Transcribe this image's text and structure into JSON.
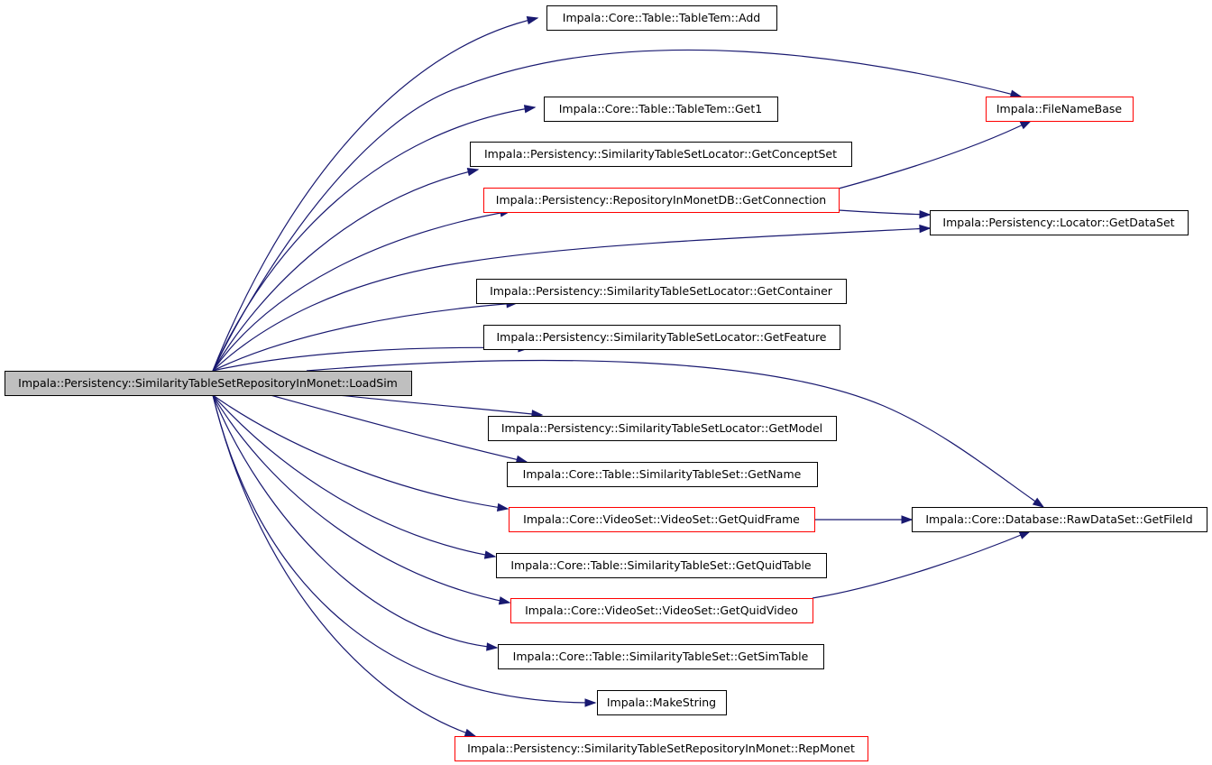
{
  "colors": {
    "edge": "#191970",
    "node_border_normal": "#000000",
    "node_border_highlight": "#ff0000",
    "root_fill": "#bfbfbf",
    "node_fill": "#ffffff"
  },
  "diagram": {
    "root": {
      "id": "loadsim",
      "label": "Impala::Persistency::SimilarityTableSetRepositoryInMonet::LoadSim",
      "style": "root"
    },
    "nodes": [
      {
        "id": "add",
        "label": "Impala::Core::Table::TableTem::Add",
        "style": "normal"
      },
      {
        "id": "filenamebase",
        "label": "Impala::FileNameBase",
        "style": "red"
      },
      {
        "id": "get1",
        "label": "Impala::Core::Table::TableTem::Get1",
        "style": "normal"
      },
      {
        "id": "getconceptset",
        "label": "Impala::Persistency::SimilarityTableSetLocator::GetConceptSet",
        "style": "normal"
      },
      {
        "id": "getconnection",
        "label": "Impala::Persistency::RepositoryInMonetDB::GetConnection",
        "style": "red"
      },
      {
        "id": "getdataset",
        "label": "Impala::Persistency::Locator::GetDataSet",
        "style": "normal"
      },
      {
        "id": "getcontainer",
        "label": "Impala::Persistency::SimilarityTableSetLocator::GetContainer",
        "style": "normal"
      },
      {
        "id": "getfeature",
        "label": "Impala::Persistency::SimilarityTableSetLocator::GetFeature",
        "style": "normal"
      },
      {
        "id": "getmodel",
        "label": "Impala::Persistency::SimilarityTableSetLocator::GetModel",
        "style": "normal"
      },
      {
        "id": "getname",
        "label": "Impala::Core::Table::SimilarityTableSet::GetName",
        "style": "normal"
      },
      {
        "id": "getquidframe",
        "label": "Impala::Core::VideoSet::VideoSet::GetQuidFrame",
        "style": "red"
      },
      {
        "id": "getfileid",
        "label": "Impala::Core::Database::RawDataSet::GetFileId",
        "style": "normal"
      },
      {
        "id": "getquidtable",
        "label": "Impala::Core::Table::SimilarityTableSet::GetQuidTable",
        "style": "normal"
      },
      {
        "id": "getquidvideo",
        "label": "Impala::Core::VideoSet::VideoSet::GetQuidVideo",
        "style": "red"
      },
      {
        "id": "getsimtable",
        "label": "Impala::Core::Table::SimilarityTableSet::GetSimTable",
        "style": "normal"
      },
      {
        "id": "makestring",
        "label": "Impala::MakeString",
        "style": "normal"
      },
      {
        "id": "repmonet",
        "label": "Impala::Persistency::SimilarityTableSetRepositoryInMonet::RepMonet",
        "style": "red"
      }
    ],
    "edges": [
      {
        "from": "loadsim",
        "to": "add"
      },
      {
        "from": "loadsim",
        "to": "filenamebase"
      },
      {
        "from": "loadsim",
        "to": "get1"
      },
      {
        "from": "loadsim",
        "to": "getconceptset"
      },
      {
        "from": "loadsim",
        "to": "getconnection"
      },
      {
        "from": "loadsim",
        "to": "getdataset"
      },
      {
        "from": "loadsim",
        "to": "getcontainer"
      },
      {
        "from": "loadsim",
        "to": "getfeature"
      },
      {
        "from": "loadsim",
        "to": "getfileid"
      },
      {
        "from": "loadsim",
        "to": "getmodel"
      },
      {
        "from": "loadsim",
        "to": "getname"
      },
      {
        "from": "loadsim",
        "to": "getquidframe"
      },
      {
        "from": "loadsim",
        "to": "getquidtable"
      },
      {
        "from": "loadsim",
        "to": "getquidvideo"
      },
      {
        "from": "loadsim",
        "to": "getsimtable"
      },
      {
        "from": "loadsim",
        "to": "makestring"
      },
      {
        "from": "loadsim",
        "to": "repmonet"
      },
      {
        "from": "getconnection",
        "to": "filenamebase"
      },
      {
        "from": "getconnection",
        "to": "getdataset"
      },
      {
        "from": "getquidframe",
        "to": "getfileid"
      },
      {
        "from": "getquidvideo",
        "to": "getfileid"
      }
    ]
  }
}
